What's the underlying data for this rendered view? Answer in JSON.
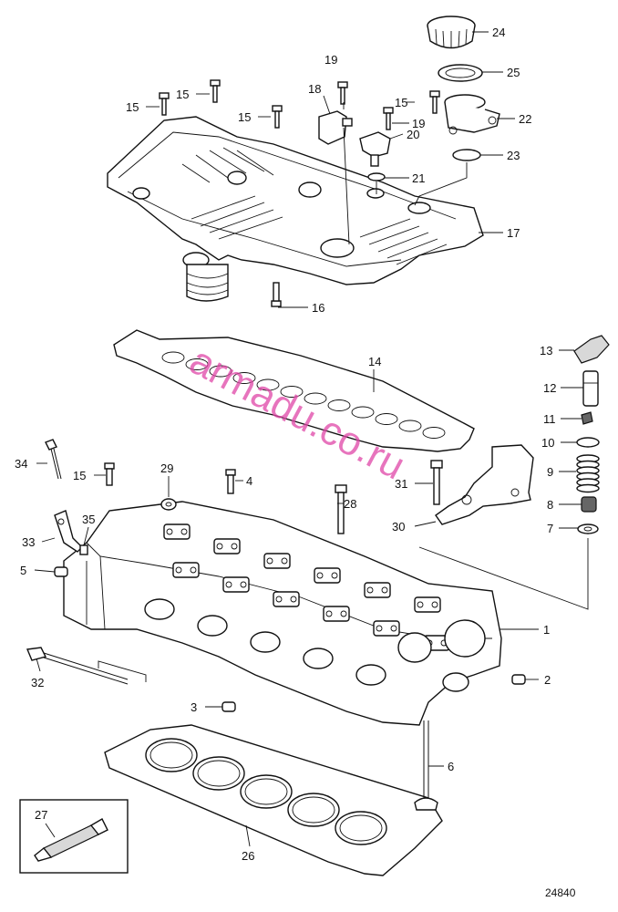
{
  "callouts": {
    "c1": "1",
    "c2": "2",
    "c3": "3",
    "c4": "4",
    "c5": "5",
    "c6": "6",
    "c7": "7",
    "c8": "8",
    "c9": "9",
    "c10": "10",
    "c11": "11",
    "c12": "12",
    "c13": "13",
    "c14": "14",
    "c15a": "15",
    "c15b": "15",
    "c15c": "15",
    "c15d": "15",
    "c15e": "15",
    "c16": "16",
    "c17": "17",
    "c18": "18",
    "c19a": "19",
    "c19b": "19",
    "c20": "20",
    "c21": "21",
    "c22": "22",
    "c23": "23",
    "c24": "24",
    "c25": "25",
    "c26": "26",
    "c27": "27",
    "c28": "28",
    "c29": "29",
    "c30": "30",
    "c31": "31",
    "c32": "32",
    "c33": "33",
    "c34": "34",
    "c35": "35"
  },
  "watermark": "armadu.co.ru",
  "figure_number": "24840"
}
